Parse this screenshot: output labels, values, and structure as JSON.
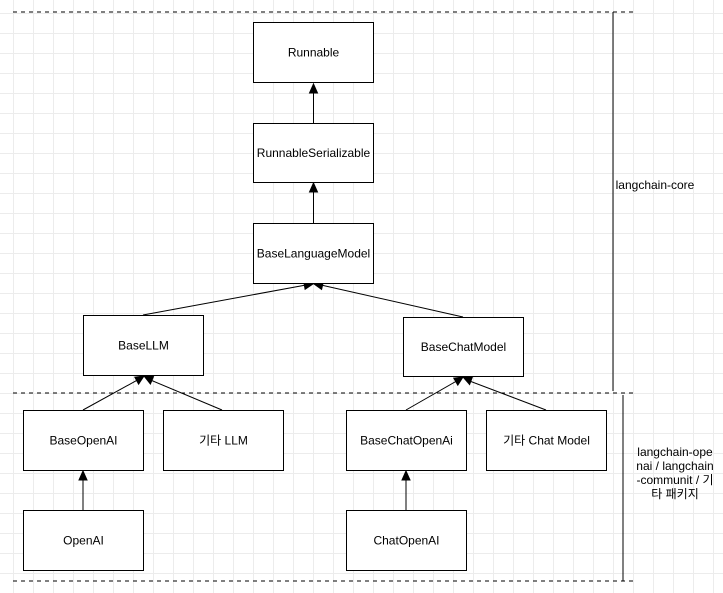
{
  "nodes": {
    "runnable": "Runnable",
    "runnable_serializable": "RunnableSerializable",
    "base_language_model": "BaseLanguageModel",
    "base_llm": "BaseLLM",
    "base_chat_model": "BaseChatModel",
    "base_openai": "BaseOpenAI",
    "other_llm": "기타 LLM",
    "base_chat_openai": "BaseChatOpenAi",
    "other_chat_model": "기타 Chat Model",
    "openai": "OpenAI",
    "chat_openai": "ChatOpenAI"
  },
  "sections": {
    "core": "langchain-core",
    "packages": "langchain-openai / langchain-communit / 기타 패키지"
  }
}
